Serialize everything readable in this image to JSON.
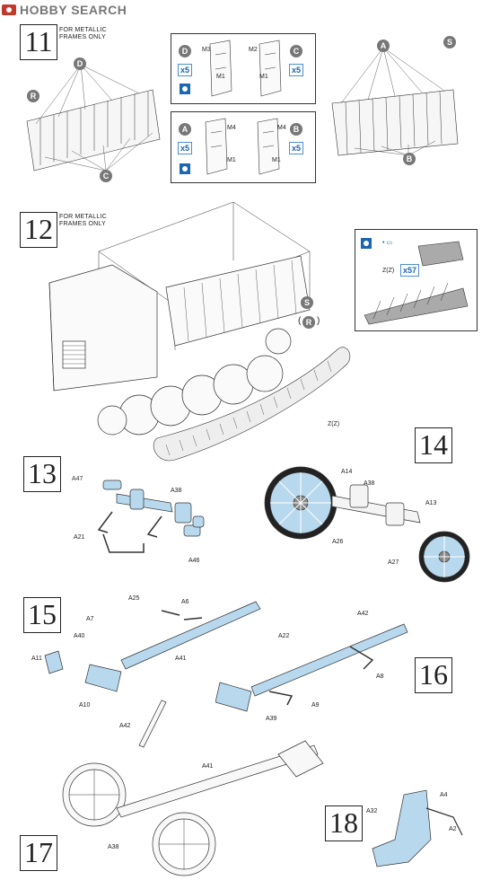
{
  "logo": {
    "brand": "HOBBY SEARCH"
  },
  "steps": {
    "s11": {
      "num": "11",
      "note": "FOR METALLIC FRAMES ONLY"
    },
    "s12": {
      "num": "12",
      "note": "FOR METALLIC FRAMES ONLY"
    },
    "s13": {
      "num": "13"
    },
    "s14": {
      "num": "14"
    },
    "s15": {
      "num": "15"
    },
    "s16": {
      "num": "16"
    },
    "s17": {
      "num": "17"
    },
    "s18": {
      "num": "18"
    }
  },
  "step11": {
    "left_track": {
      "top": "D",
      "side": "R",
      "bottom": "C"
    },
    "right_track": {
      "top": "A",
      "side": "S",
      "bottom": "B"
    },
    "inset_top": {
      "d": "D",
      "c": "C",
      "x1": "x5",
      "x2": "x5",
      "m3": "M3",
      "m1a": "M1",
      "m2": "M2",
      "m1b": "M1"
    },
    "inset_bottom": {
      "a": "A",
      "b": "B",
      "x1": "x5",
      "x2": "x5",
      "m4a": "M4",
      "m1a": "M1",
      "m4b": "M4",
      "m1b": "M1"
    }
  },
  "step12": {
    "s": "S",
    "r": "R",
    "zz1": "Z(Z)",
    "zz2": "Z(Z)",
    "x57": "x57"
  },
  "step13": {
    "a47": "A47",
    "a38": "A38",
    "a21": "A21",
    "a46": "A46"
  },
  "step14": {
    "a14": "A14",
    "a38": "A38",
    "a13": "A13",
    "a26": "A26",
    "a27": "A27"
  },
  "step15": {
    "a25": "A25",
    "a6": "A6",
    "a7": "A7",
    "a40": "A40",
    "a41": "A41",
    "a11": "A11",
    "a10": "A10"
  },
  "step16": {
    "a42": "A42",
    "a22": "A22",
    "a8": "A8",
    "a9": "A9",
    "a39": "A39"
  },
  "step17": {
    "a42": "A42",
    "a41": "A41",
    "a38": "A38"
  },
  "step18": {
    "a4": "A4",
    "a32": "A32",
    "a2": "A2"
  },
  "colors": {
    "part_blue": "#b8d8ee",
    "badge_blue": "#1a66b0",
    "line": "#333333"
  }
}
